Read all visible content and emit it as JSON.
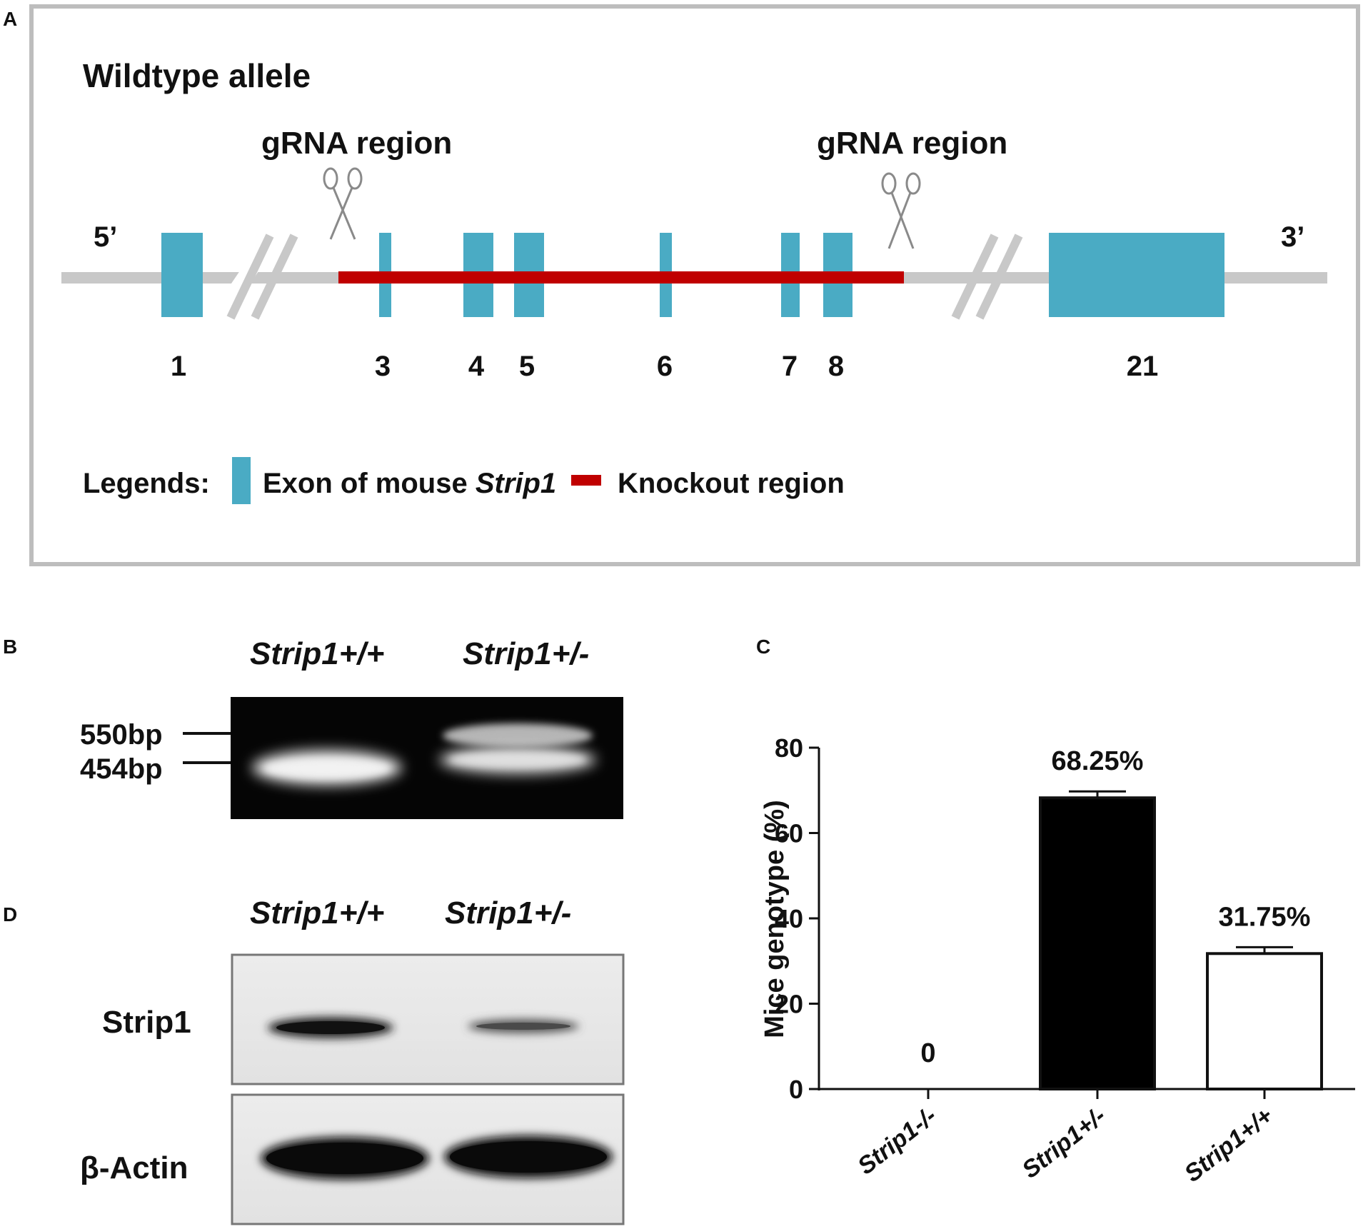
{
  "panel_labels": {
    "a": "A",
    "b": "B",
    "c": "C",
    "d": "D"
  },
  "panel_a": {
    "title": "Wildtype allele",
    "grna_left": "gRNA region",
    "grna_right": "gRNA region",
    "five_prime": "5’",
    "three_prime": "3’",
    "exon_labels": [
      "1",
      "3",
      "4",
      "5",
      "6",
      "7",
      "8",
      "21"
    ],
    "legend_heading": "Legends:",
    "legend_exon_prefix": "Exon of mouse ",
    "legend_exon_gene": "Strip1",
    "legend_knockout": "Knockout region",
    "colors": {
      "exon": "#4aabc4",
      "knockout": "#c00000",
      "backbone": "#c8c8c8",
      "scissors": "#8a8a8a"
    }
  },
  "panel_b": {
    "lane_labels": [
      "Strip1+/+",
      "Strip1+/-"
    ],
    "marker_upper": "550bp",
    "marker_lower": "454bp"
  },
  "panel_d": {
    "lane_labels": [
      "Strip1+/+",
      "Strip1+/-"
    ],
    "row_labels": [
      "Strip1",
      "β-Actin"
    ]
  },
  "chart_data": {
    "type": "bar",
    "categories": [
      "Strip1-/-",
      "Strip1+/-",
      "Strip1+/+"
    ],
    "values": [
      0,
      68.25,
      31.75
    ],
    "data_labels": [
      "0",
      "68.25%",
      "31.75%"
    ],
    "error": [
      0,
      1.5,
      1.5
    ],
    "bar_fills": [
      "#ffffff",
      "#000000",
      "#ffffff"
    ],
    "ylabel": "Mice genotype (%)",
    "xlabel": "",
    "title": "",
    "ylim": [
      0,
      80
    ],
    "yticks": [
      0,
      20,
      40,
      60,
      80
    ],
    "grid": false
  }
}
